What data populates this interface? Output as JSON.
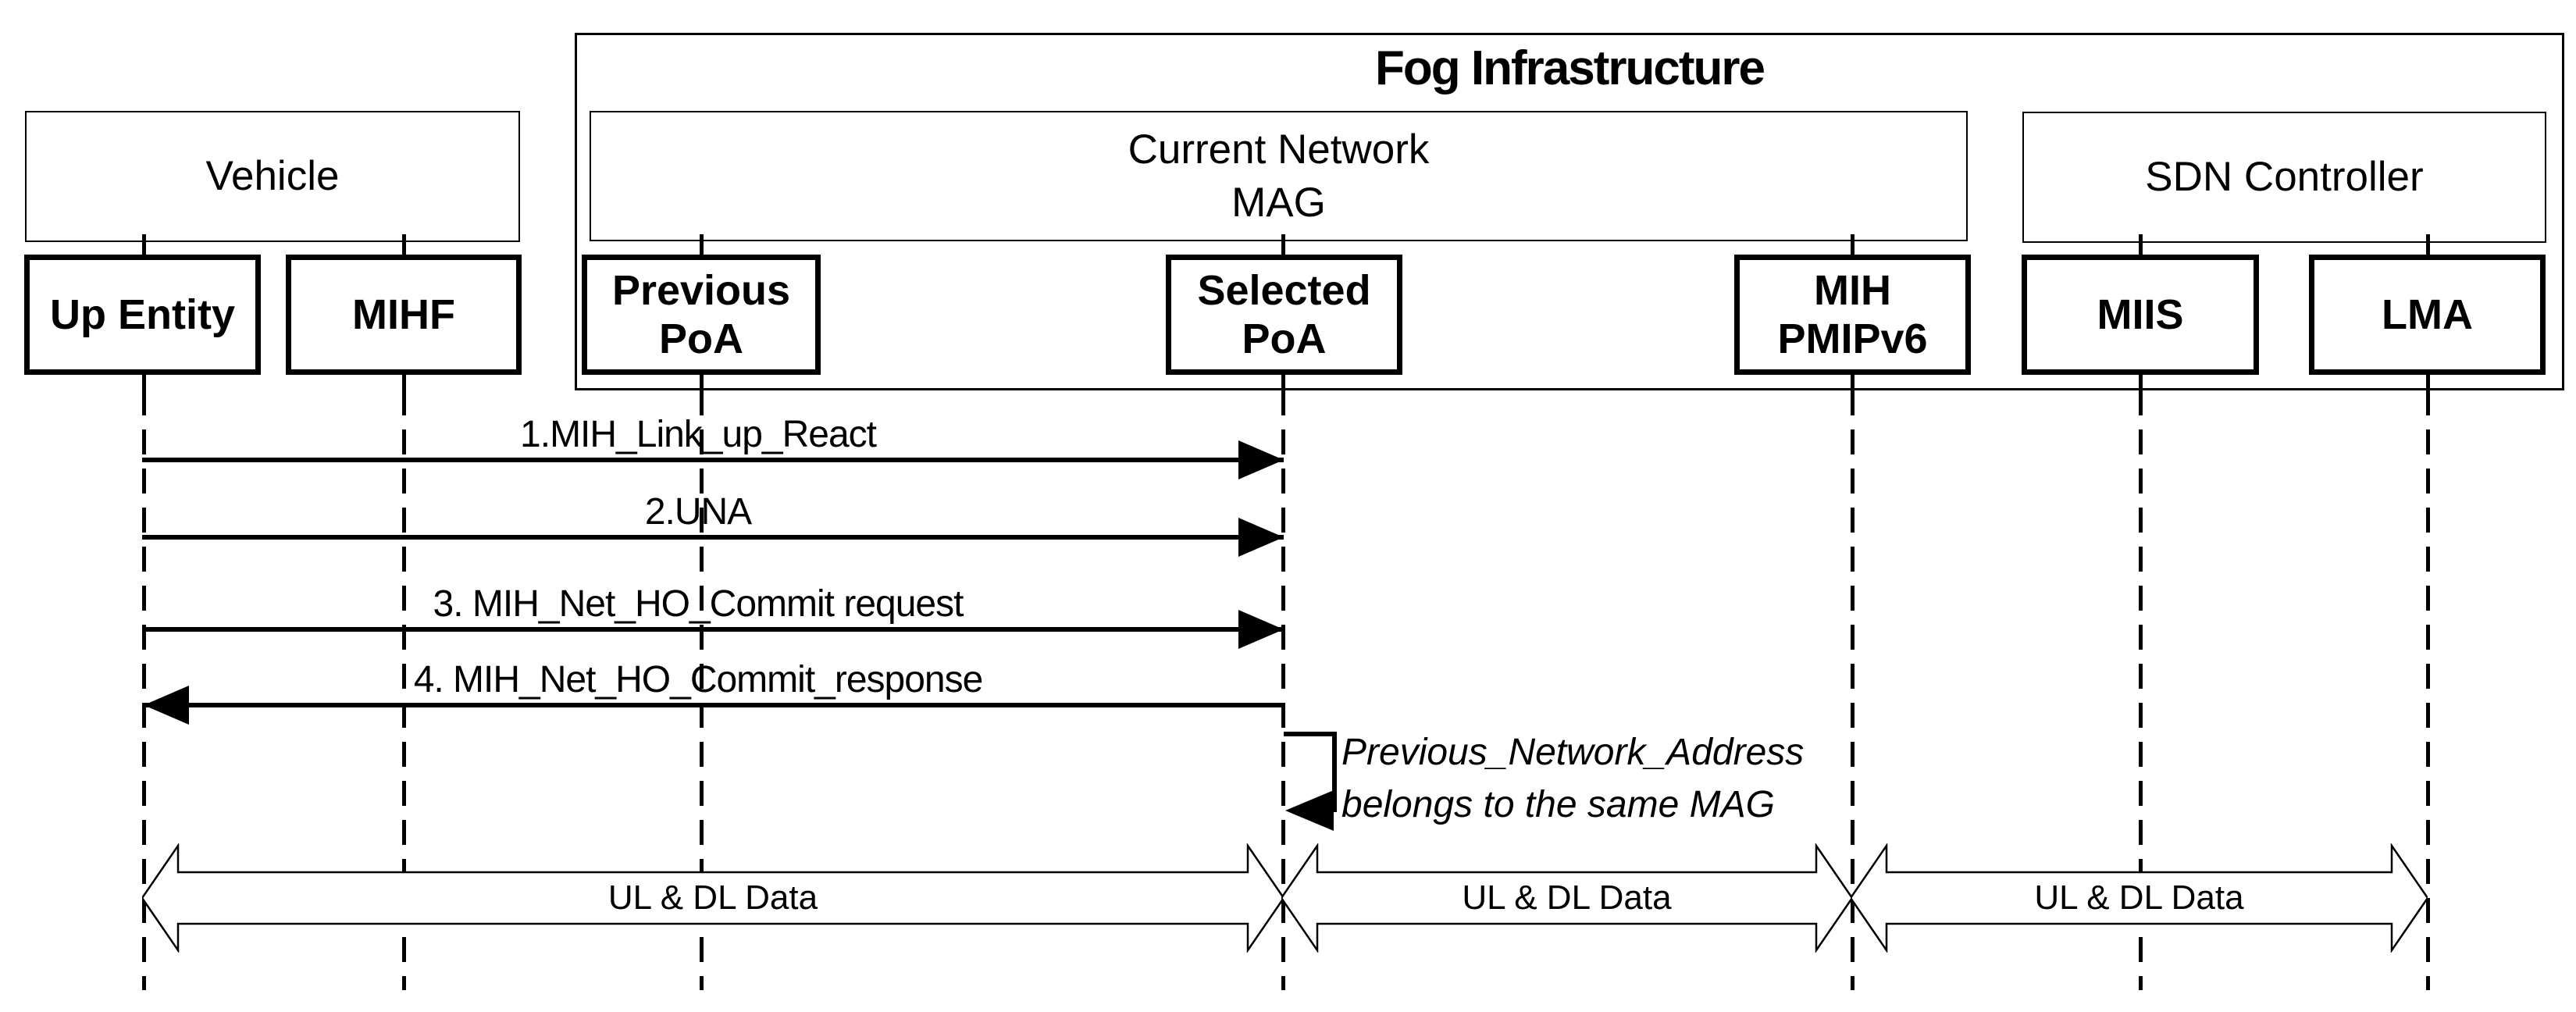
{
  "diagram_title": "Fog Infrastructure",
  "groups": {
    "vehicle": {
      "label": "Vehicle"
    },
    "current_network": {
      "line1": "Current Network",
      "line2": "MAG"
    },
    "sdn_controller": {
      "label": "SDN Controller"
    }
  },
  "entities": {
    "up_entity": {
      "label": "Up Entity"
    },
    "mihf": {
      "label": "MIHF"
    },
    "previous_poa": {
      "line1": "Previous",
      "line2": "PoA"
    },
    "selected_poa": {
      "line1": "Selected",
      "line2": "PoA"
    },
    "mih_pmipv6": {
      "line1": "MIH",
      "line2": "PMIPv6"
    },
    "miis": {
      "label": "MIIS"
    },
    "lma": {
      "label": "LMA"
    }
  },
  "messages": {
    "m1": {
      "label": "1.MIH_Link_up_React",
      "from": "Up Entity",
      "to": "Selected PoA",
      "direction": "right"
    },
    "m2": {
      "label": "2.UNA",
      "from": "Up Entity",
      "to": "Selected PoA",
      "direction": "right"
    },
    "m3": {
      "label": "3. MIH_Net_HO_Commit request",
      "from": "Up Entity",
      "to": "Selected PoA",
      "direction": "right"
    },
    "m4": {
      "label": "4. MIH_Net_HO_Commit_response",
      "from": "Selected PoA",
      "to": "Up Entity",
      "direction": "left"
    }
  },
  "self_message": {
    "at": "Selected PoA",
    "note_line1": "Previous_Network_Address",
    "note_line2": "belongs to the same MAG"
  },
  "data_flows": {
    "flow1": {
      "label": "UL & DL Data",
      "from": "Up Entity",
      "to": "Selected PoA"
    },
    "flow2": {
      "label": "UL & DL Data",
      "from": "Selected PoA",
      "to": "MIH PMIPv6"
    },
    "flow3": {
      "label": "UL & DL Data",
      "from": "MIH PMIPv6",
      "to": "LMA"
    }
  },
  "colors": {
    "ink": "#000000",
    "background": "#ffffff"
  }
}
